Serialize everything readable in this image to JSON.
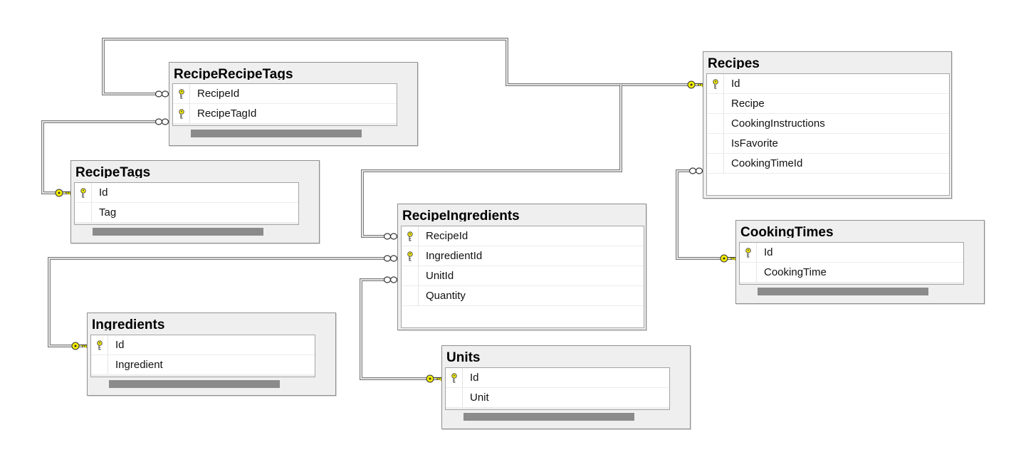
{
  "colors": {
    "background": "#ffffff",
    "table_fill": "#efefef",
    "table_border": "#8f8f8f",
    "grid_row": "#ffffff",
    "scrollbar": "#8b8b8b",
    "key_icon": "#e8e000",
    "connector": "#7a7a7a"
  },
  "icons": {
    "primary_key": "key-icon",
    "one_end": "yellow-key-endpoint-icon",
    "many_end": "infinity-endpoint-icon"
  },
  "tables": {
    "recipe_recipe_tags": {
      "title": "RecipeRecipeTags",
      "columns": [
        {
          "name": "RecipeId",
          "pk": true
        },
        {
          "name": "RecipeTagId",
          "pk": true
        }
      ]
    },
    "recipe_tags": {
      "title": "RecipeTags",
      "columns": [
        {
          "name": "Id",
          "pk": true
        },
        {
          "name": "Tag",
          "pk": false
        }
      ]
    },
    "recipes": {
      "title": "Recipes",
      "columns": [
        {
          "name": "Id",
          "pk": true
        },
        {
          "name": "Recipe",
          "pk": false
        },
        {
          "name": "CookingInstructions",
          "pk": false
        },
        {
          "name": "IsFavorite",
          "pk": false
        },
        {
          "name": "CookingTimeId",
          "pk": false
        }
      ]
    },
    "recipe_ingredients": {
      "title": "RecipeIngredients",
      "columns": [
        {
          "name": "RecipeId",
          "pk": true
        },
        {
          "name": "IngredientId",
          "pk": true
        },
        {
          "name": "UnitId",
          "pk": false
        },
        {
          "name": "Quantity",
          "pk": false
        }
      ]
    },
    "cooking_times": {
      "title": "CookingTimes",
      "columns": [
        {
          "name": "Id",
          "pk": true
        },
        {
          "name": "CookingTime",
          "pk": false
        }
      ]
    },
    "ingredients": {
      "title": "Ingredients",
      "columns": [
        {
          "name": "Id",
          "pk": true
        },
        {
          "name": "Ingredient",
          "pk": false
        }
      ]
    },
    "units": {
      "title": "Units",
      "columns": [
        {
          "name": "Id",
          "pk": true
        },
        {
          "name": "Unit",
          "pk": false
        }
      ]
    }
  },
  "relationships": [
    {
      "name": "recipes-to-recipe-recipe-tags",
      "one": "Recipes.Id",
      "many": "RecipeRecipeTags.RecipeId"
    },
    {
      "name": "recipe-tags-to-recipe-recipe-tags",
      "one": "RecipeTags.Id",
      "many": "RecipeRecipeTags.RecipeTagId"
    },
    {
      "name": "recipes-to-recipe-ingredients",
      "one": "Recipes.Id",
      "many": "RecipeIngredients.RecipeId"
    },
    {
      "name": "ingredients-to-recipe-ingredients",
      "one": "Ingredients.Id",
      "many": "RecipeIngredients.IngredientId"
    },
    {
      "name": "units-to-recipe-ingredients",
      "one": "Units.Id",
      "many": "RecipeIngredients.UnitId"
    },
    {
      "name": "cooking-times-to-recipes",
      "one": "CookingTimes.Id",
      "many": "Recipes.CookingTimeId"
    }
  ]
}
